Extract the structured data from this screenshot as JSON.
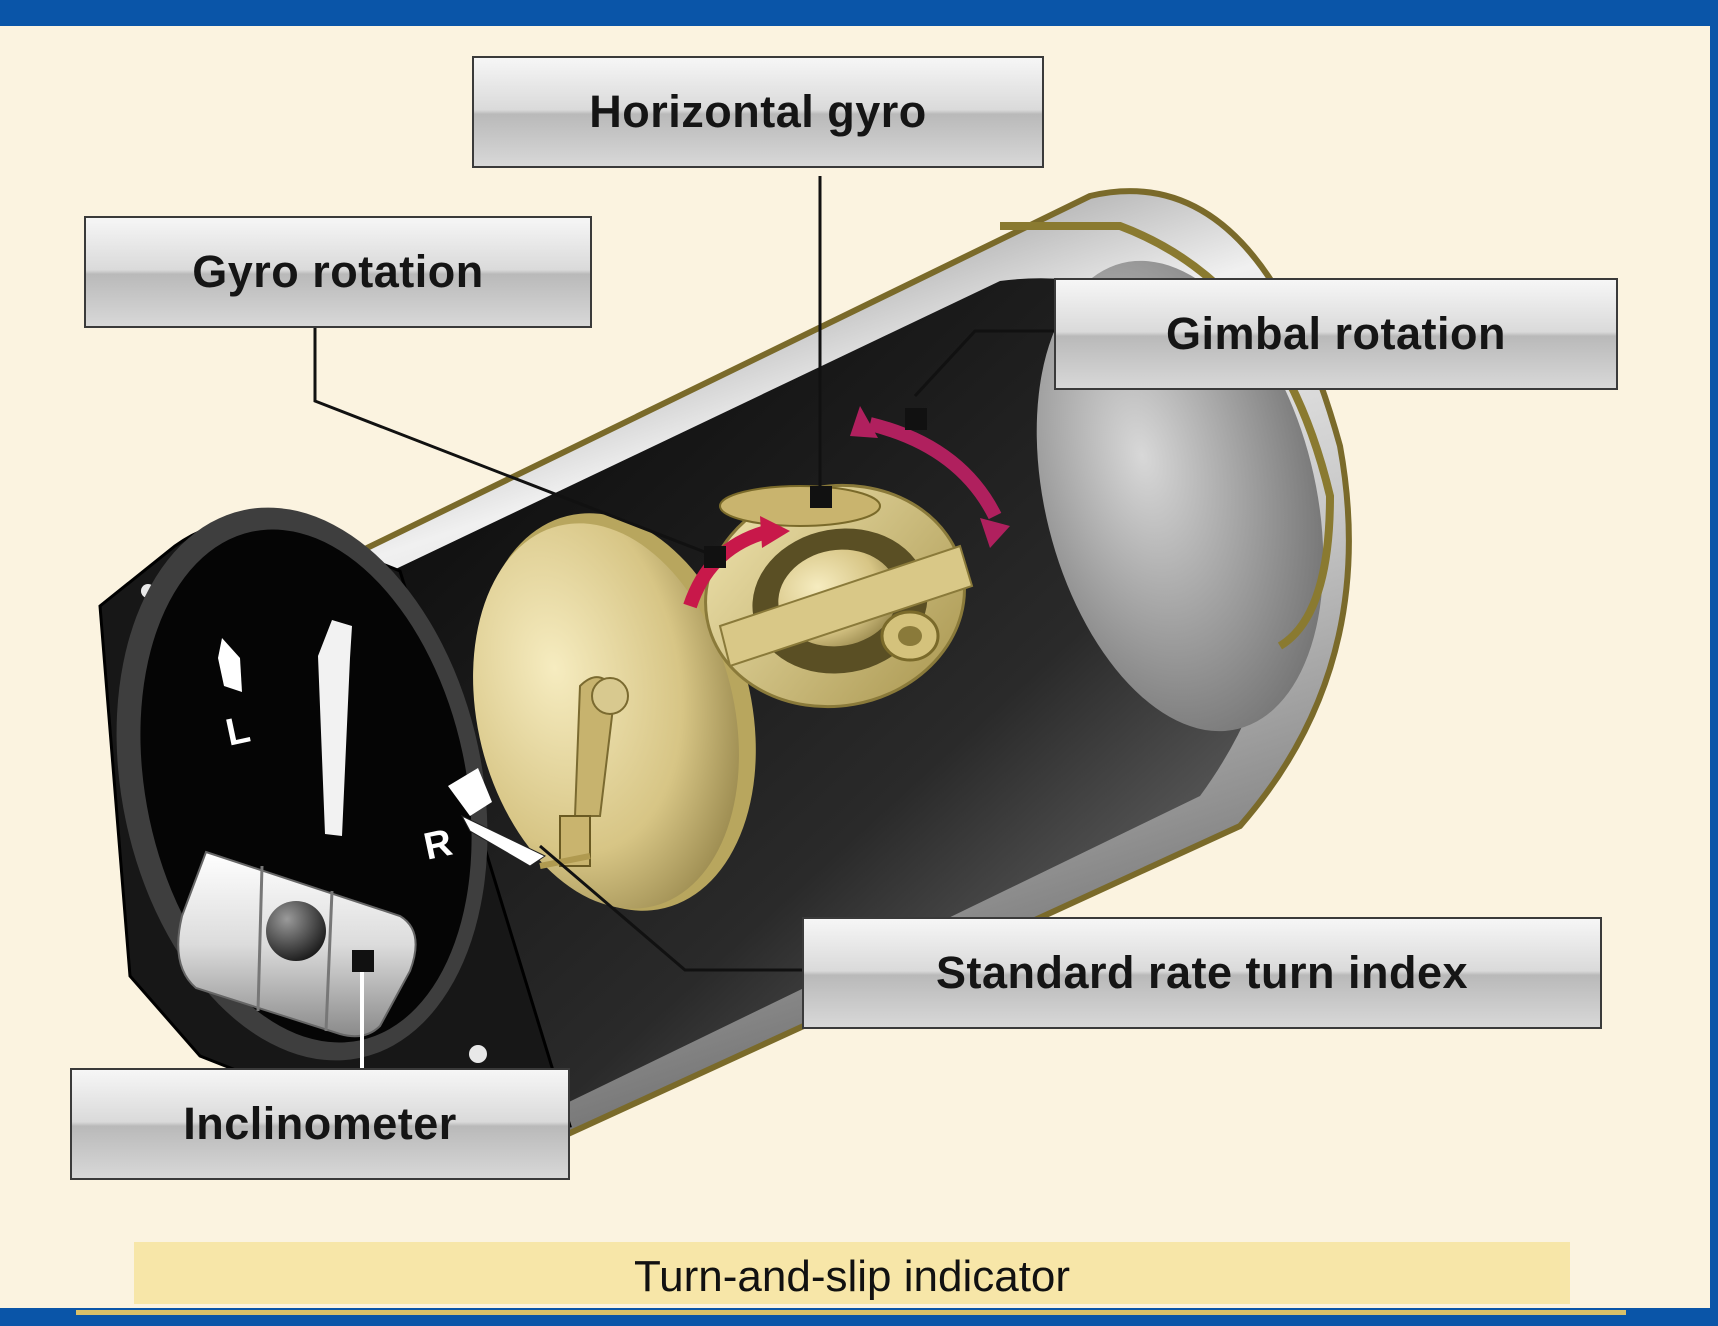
{
  "labels": {
    "horizontal_gyro": "Horizontal gyro",
    "gyro_rotation": "Gyro rotation",
    "gimbal_rotation": "Gimbal rotation",
    "standard_rate_turn_index": "Standard rate turn index",
    "inclinometer": "Inclinometer"
  },
  "dial": {
    "left_mark": "L",
    "right_mark": "R"
  },
  "caption": "Turn-and-slip indicator",
  "colors": {
    "background": "#0a55a8",
    "panel": "#fbf3e0",
    "caption_band": "#f7e6a8",
    "arrow": "#c8184a"
  }
}
